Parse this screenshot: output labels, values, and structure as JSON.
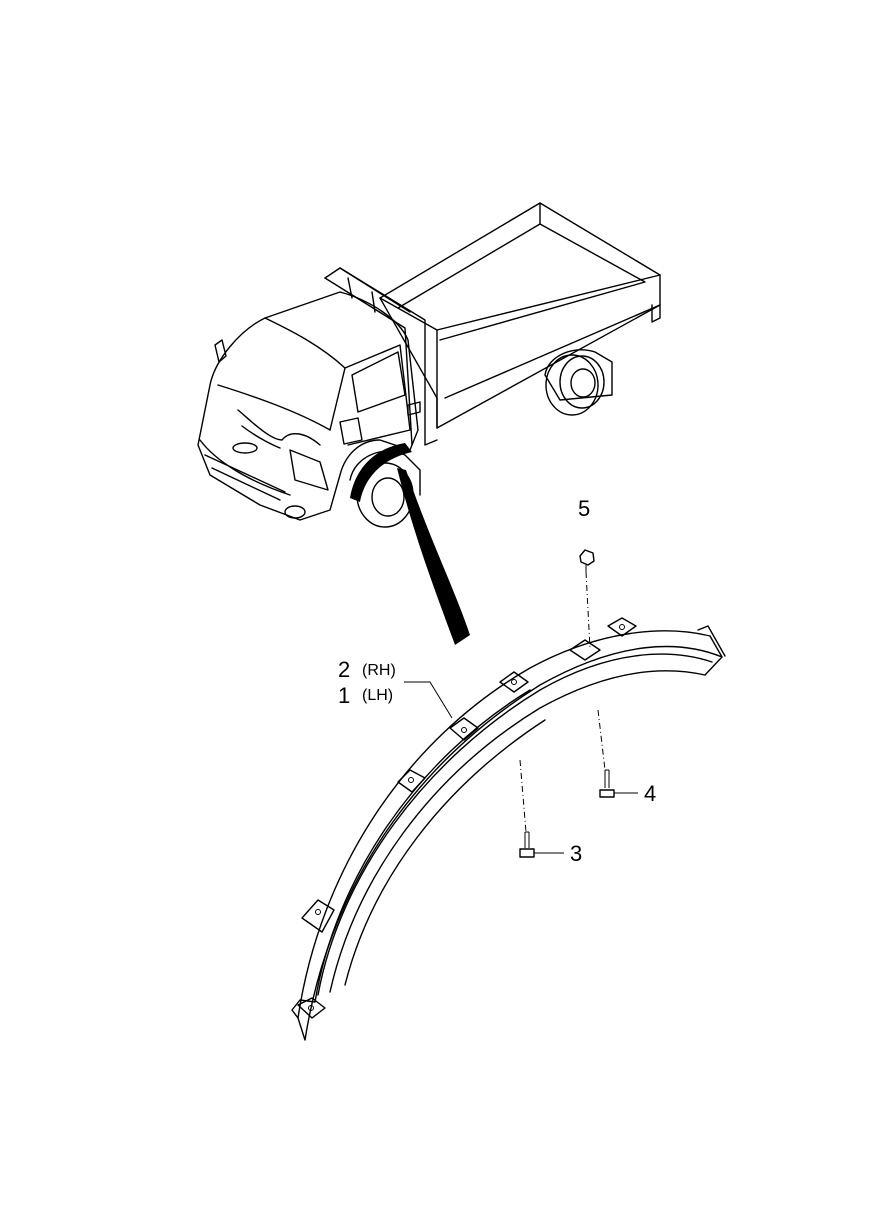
{
  "diagram": {
    "callouts": [
      {
        "id": "p2",
        "number": "2",
        "note": "(RH)"
      },
      {
        "id": "p1",
        "number": "1",
        "note": "(LH)"
      },
      {
        "id": "p3",
        "number": "3"
      },
      {
        "id": "p4",
        "number": "4"
      },
      {
        "id": "p5",
        "number": "5"
      }
    ]
  }
}
